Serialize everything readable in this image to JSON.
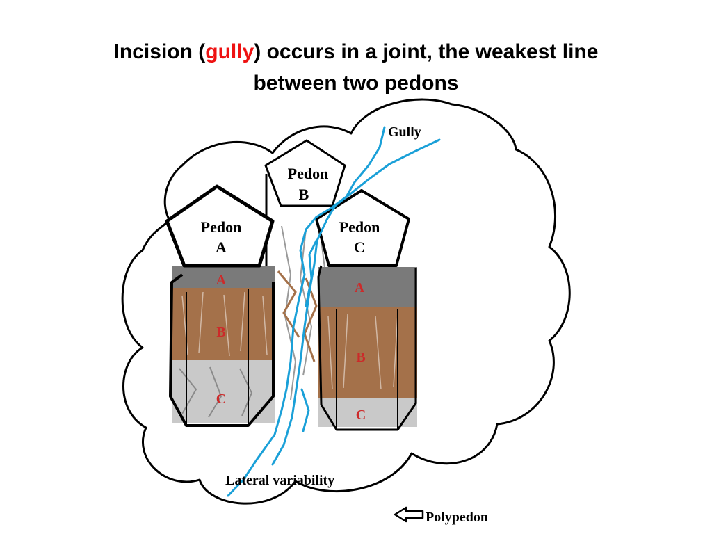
{
  "title": {
    "part1": "Incision (",
    "highlight": "gully",
    "part2": ") occurs in a joint, the weakest line",
    "line2": "between two pedons"
  },
  "labels": {
    "gully": "Gully",
    "pedon_a": [
      "Pedon",
      "A"
    ],
    "pedon_b": [
      "Pedon",
      "B"
    ],
    "pedon_c": [
      "Pedon",
      "C"
    ],
    "lateral": "Lateral variability",
    "polypedon": "Polypedon"
  },
  "horizons": {
    "pedon_a": [
      "A",
      "B",
      "C"
    ],
    "pedon_c": [
      "A",
      "B",
      "C"
    ]
  },
  "colors": {
    "title_accent": "#ee1111",
    "horizon_label": "#cc2a2a",
    "gully_line": "#1aa0d8",
    "horizon_a": "#7a7a7a",
    "horizon_b": "#a4714a",
    "horizon_c": "#c9c9c9",
    "outline": "#000000"
  }
}
